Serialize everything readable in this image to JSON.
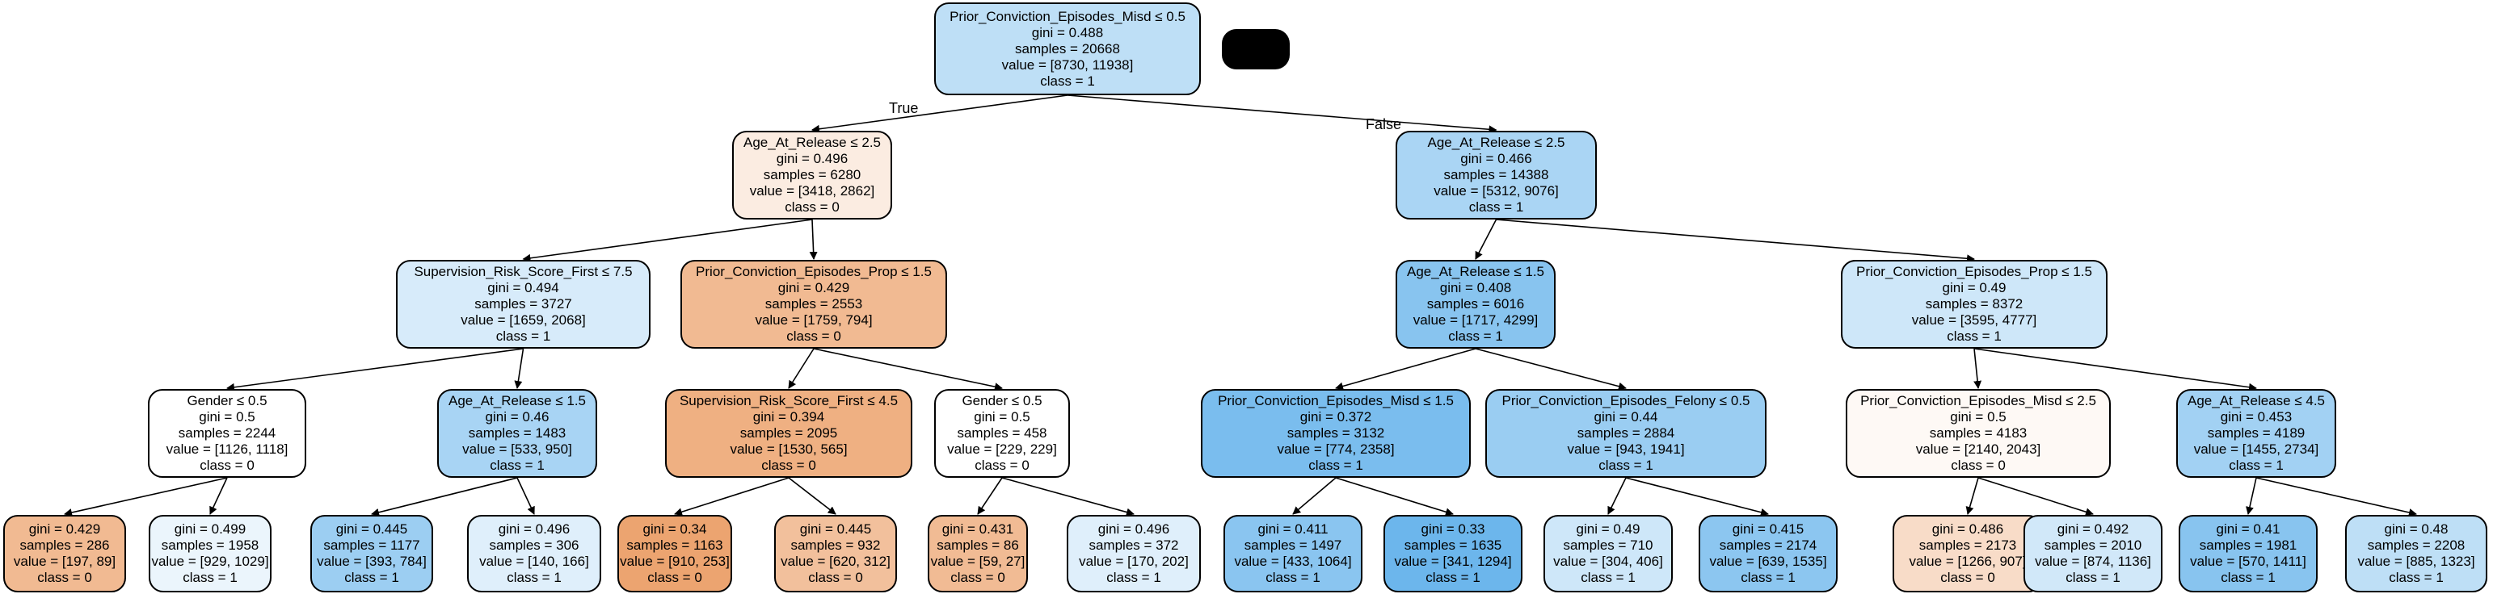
{
  "edge_labels": {
    "true_label": "True",
    "false_label": "False"
  },
  "colors": {
    "class0": "#e58139",
    "class1": "#399de5",
    "neutral": "#ffffff",
    "edge": "#000000"
  },
  "nodes": [
    {
      "id": "n0",
      "split": "Prior_Conviction_Episodes_Misd ≤ 0.5",
      "gini": "gini = 0.488",
      "samples": "samples = 20668",
      "value": "value = [8730, 11938]",
      "class_text": "class = 1",
      "purity": 0.33,
      "majority": 1
    },
    {
      "id": "n1",
      "split": "Age_At_Release ≤ 2.5",
      "gini": "gini = 0.496",
      "samples": "samples = 6280",
      "value": "value = [3418, 2862]",
      "class_text": "class = 0",
      "purity": 0.15,
      "majority": 0
    },
    {
      "id": "n2",
      "split": "Age_At_Release ≤ 2.5",
      "gini": "gini = 0.466",
      "samples": "samples = 14388",
      "value": "value = [5312, 9076]",
      "class_text": "class = 1",
      "purity": 0.43,
      "majority": 1
    },
    {
      "id": "n3",
      "split": "Supervision_Risk_Score_First ≤ 7.5",
      "gini": "gini = 0.494",
      "samples": "samples = 3727",
      "value": "value = [1659, 2068]",
      "class_text": "class = 1",
      "purity": 0.2,
      "majority": 1
    },
    {
      "id": "n4",
      "split": "Prior_Conviction_Episodes_Prop ≤ 1.5",
      "gini": "gini = 0.429",
      "samples": "samples = 2553",
      "value": "value = [1759, 794]",
      "class_text": "class = 0",
      "purity": 0.55,
      "majority": 0
    },
    {
      "id": "n5",
      "split": "Age_At_Release ≤ 1.5",
      "gini": "gini = 0.408",
      "samples": "samples = 6016",
      "value": "value = [1717, 4299]",
      "class_text": "class = 1",
      "purity": 0.6,
      "majority": 1
    },
    {
      "id": "n6",
      "split": "Prior_Conviction_Episodes_Prop ≤ 1.5",
      "gini": "gini = 0.49",
      "samples": "samples = 8372",
      "value": "value = [3595, 4777]",
      "class_text": "class = 1",
      "purity": 0.25,
      "majority": 1
    },
    {
      "id": "n7",
      "split": "Gender ≤ 0.5",
      "gini": "gini = 0.5",
      "samples": "samples = 2244",
      "value": "value = [1126, 1118]",
      "class_text": "class = 0",
      "purity": 0.0,
      "majority": 0
    },
    {
      "id": "n8",
      "split": "Age_At_Release ≤ 1.5",
      "gini": "gini = 0.46",
      "samples": "samples = 1483",
      "value": "value = [533, 950]",
      "class_text": "class = 1",
      "purity": 0.44,
      "majority": 1
    },
    {
      "id": "n9",
      "split": "Supervision_Risk_Score_First ≤ 4.5",
      "gini": "gini = 0.394",
      "samples": "samples = 2095",
      "value": "value = [1530, 565]",
      "class_text": "class = 0",
      "purity": 0.63,
      "majority": 0
    },
    {
      "id": "n10",
      "split": "Gender ≤ 0.5",
      "gini": "gini = 0.5",
      "samples": "samples = 458",
      "value": "value = [229, 229]",
      "class_text": "class = 0",
      "purity": 0.0,
      "majority": 0
    },
    {
      "id": "n11",
      "split": "Prior_Conviction_Episodes_Misd ≤ 1.5",
      "gini": "gini = 0.372",
      "samples": "samples = 3132",
      "value": "value = [774, 2358]",
      "class_text": "class = 1",
      "purity": 0.67,
      "majority": 1
    },
    {
      "id": "n12",
      "split": "Prior_Conviction_Episodes_Felony ≤ 0.5",
      "gini": "gini = 0.44",
      "samples": "samples = 2884",
      "value": "value = [943, 1941]",
      "class_text": "class = 1",
      "purity": 0.51,
      "majority": 1
    },
    {
      "id": "n13",
      "split": "Prior_Conviction_Episodes_Misd ≤ 2.5",
      "gini": "gini = 0.5",
      "samples": "samples = 4183",
      "value": "value = [2140, 2043]",
      "class_text": "class = 0",
      "purity": 0.05,
      "majority": 0
    },
    {
      "id": "n14",
      "split": "Age_At_Release ≤ 4.5",
      "gini": "gini = 0.453",
      "samples": "samples = 4189",
      "value": "value = [1455, 2734]",
      "class_text": "class = 1",
      "purity": 0.47,
      "majority": 1
    },
    {
      "id": "n15",
      "split": "",
      "gini": "gini = 0.429",
      "samples": "samples = 286",
      "value": "value = [197, 89]",
      "class_text": "class = 0",
      "purity": 0.55,
      "majority": 0
    },
    {
      "id": "n16",
      "split": "",
      "gini": "gini = 0.499",
      "samples": "samples = 1958",
      "value": "value = [929, 1029]",
      "class_text": "class = 1",
      "purity": 0.1,
      "majority": 1
    },
    {
      "id": "n17",
      "split": "",
      "gini": "gini = 0.445",
      "samples": "samples = 1177",
      "value": "value = [393, 784]",
      "class_text": "class = 1",
      "purity": 0.5,
      "majority": 1
    },
    {
      "id": "n18",
      "split": "",
      "gini": "gini = 0.496",
      "samples": "samples = 306",
      "value": "value = [140, 166]",
      "class_text": "class = 1",
      "purity": 0.16,
      "majority": 1
    },
    {
      "id": "n19",
      "split": "",
      "gini": "gini = 0.34",
      "samples": "samples = 1163",
      "value": "value = [910, 253]",
      "class_text": "class = 0",
      "purity": 0.72,
      "majority": 0
    },
    {
      "id": "n20",
      "split": "",
      "gini": "gini = 0.445",
      "samples": "samples = 932",
      "value": "value = [620, 312]",
      "class_text": "class = 0",
      "purity": 0.5,
      "majority": 0
    },
    {
      "id": "n21",
      "split": "",
      "gini": "gini = 0.431",
      "samples": "samples = 86",
      "value": "value = [59, 27]",
      "class_text": "class = 0",
      "purity": 0.54,
      "majority": 0
    },
    {
      "id": "n22",
      "split": "",
      "gini": "gini = 0.496",
      "samples": "samples = 372",
      "value": "value = [170, 202]",
      "class_text": "class = 1",
      "purity": 0.16,
      "majority": 1
    },
    {
      "id": "n23",
      "split": "",
      "gini": "gini = 0.411",
      "samples": "samples = 1497",
      "value": "value = [433, 1064]",
      "class_text": "class = 1",
      "purity": 0.59,
      "majority": 1
    },
    {
      "id": "n24",
      "split": "",
      "gini": "gini = 0.33",
      "samples": "samples = 1635",
      "value": "value = [341, 1294]",
      "class_text": "class = 1",
      "purity": 0.74,
      "majority": 1
    },
    {
      "id": "n25",
      "split": "",
      "gini": "gini = 0.49",
      "samples": "samples = 710",
      "value": "value = [304, 406]",
      "class_text": "class = 1",
      "purity": 0.25,
      "majority": 1
    },
    {
      "id": "n26",
      "split": "",
      "gini": "gini = 0.415",
      "samples": "samples = 2174",
      "value": "value = [639, 1535]",
      "class_text": "class = 1",
      "purity": 0.58,
      "majority": 1
    },
    {
      "id": "n27",
      "split": "",
      "gini": "gini = 0.486",
      "samples": "samples = 2173",
      "value": "value = [1266, 907]",
      "class_text": "class = 0",
      "purity": 0.28,
      "majority": 0
    },
    {
      "id": "n28",
      "split": "",
      "gini": "gini = 0.492",
      "samples": "samples = 2010",
      "value": "value = [874, 1136]",
      "class_text": "class = 1",
      "purity": 0.23,
      "majority": 1
    },
    {
      "id": "n29",
      "split": "",
      "gini": "gini = 0.41",
      "samples": "samples = 1981",
      "value": "value = [570, 1411]",
      "class_text": "class = 1",
      "purity": 0.6,
      "majority": 1
    },
    {
      "id": "n30",
      "split": "",
      "gini": "gini = 0.48",
      "samples": "samples = 2208",
      "value": "value = [885, 1323]",
      "class_text": "class = 1",
      "purity": 0.33,
      "majority": 1
    }
  ],
  "edges": [
    [
      "n0",
      "n1"
    ],
    [
      "n0",
      "n2"
    ],
    [
      "n1",
      "n3"
    ],
    [
      "n1",
      "n4"
    ],
    [
      "n2",
      "n5"
    ],
    [
      "n2",
      "n6"
    ],
    [
      "n3",
      "n7"
    ],
    [
      "n3",
      "n8"
    ],
    [
      "n4",
      "n9"
    ],
    [
      "n4",
      "n10"
    ],
    [
      "n5",
      "n11"
    ],
    [
      "n5",
      "n12"
    ],
    [
      "n6",
      "n13"
    ],
    [
      "n6",
      "n14"
    ],
    [
      "n7",
      "n15"
    ],
    [
      "n7",
      "n16"
    ],
    [
      "n8",
      "n17"
    ],
    [
      "n8",
      "n18"
    ],
    [
      "n9",
      "n19"
    ],
    [
      "n9",
      "n20"
    ],
    [
      "n10",
      "n21"
    ],
    [
      "n10",
      "n22"
    ],
    [
      "n11",
      "n23"
    ],
    [
      "n11",
      "n24"
    ],
    [
      "n12",
      "n25"
    ],
    [
      "n12",
      "n26"
    ],
    [
      "n13",
      "n27"
    ],
    [
      "n13",
      "n28"
    ],
    [
      "n14",
      "n29"
    ],
    [
      "n14",
      "n30"
    ]
  ]
}
